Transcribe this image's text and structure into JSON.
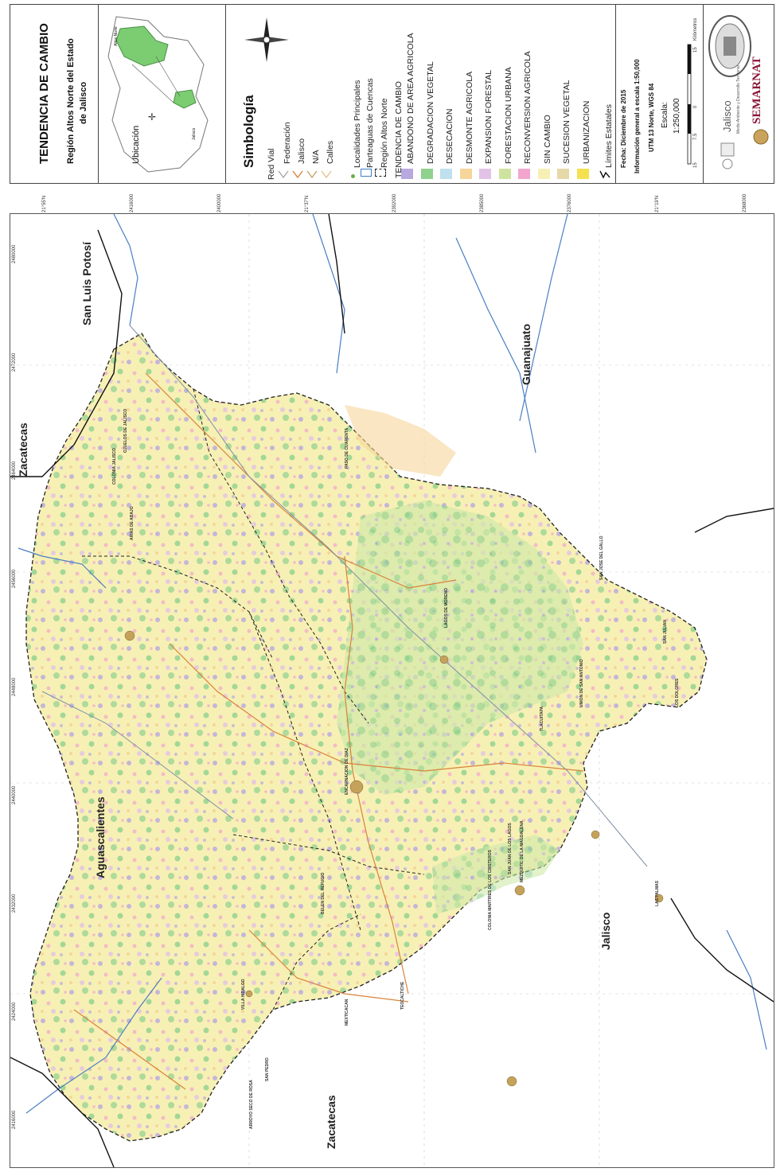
{
  "title": {
    "main": "TENDENCIA DE CAMBIO",
    "subtitle_line1": "Región Altos Norte del Estado",
    "subtitle_line2": "de Jalisco"
  },
  "inset": {
    "label": "Ubicación",
    "region_label": "Altos Norte",
    "state_label": "Jalisco"
  },
  "legend": {
    "heading": "Simbología",
    "road_group": "Red Vial",
    "roads": [
      {
        "label": "Federación",
        "color": "#a8a8a8"
      },
      {
        "label": "Jalisco",
        "color": "#d9823b"
      },
      {
        "label": "N/A",
        "color": "#c7a06a"
      },
      {
        "label": "Calles",
        "color": "#e2c48a"
      }
    ],
    "localities": "Localidades Principales",
    "watershed": "Parteaguas de Cuencas",
    "region": "Región Altos Norte",
    "change_group": "TENDENCIA DE CAMBIO",
    "classes": [
      {
        "label": "ABANDONO DE AREA AGRICOLA",
        "color": "#b8a8e0"
      },
      {
        "label": "DEGRADACION VEGETAL",
        "color": "#8fd18f"
      },
      {
        "label": "DESECACION",
        "color": "#bfe0ee"
      },
      {
        "label": "DESMONTE AGRICOLA",
        "color": "#f6d59a"
      },
      {
        "label": "EXPANSION FORESTAL",
        "color": "#e2c2e6"
      },
      {
        "label": "FORESTACION URBANA",
        "color": "#cfe3a0"
      },
      {
        "label": "RECONVERSION AGRICOLA",
        "color": "#f2a6cf"
      },
      {
        "label": "SIN CAMBIO",
        "color": "#f7f0b4"
      },
      {
        "label": "SUCESION VEGETAL",
        "color": "#e6d9a8"
      },
      {
        "label": "URBANIZACION",
        "color": "#f5e050"
      }
    ],
    "state_limits": "Límites Estatales"
  },
  "metadata": {
    "date": "Fecha: Diciembre de 2015",
    "info": "Información general a escala 1:50,000",
    "projection": "UTM 13 Norte, WGS 84",
    "scale_label": "Escala:",
    "scale_value": "1:250,000",
    "scale_ticks": [
      "15",
      "7.5",
      "0",
      "15"
    ],
    "scale_unit": "Kilómetros"
  },
  "logos": {
    "jalisco": "Jalisco",
    "jalisco_sub": "Medio Ambiente y Desarrollo Territorial",
    "semarnat": "SEMARNAT"
  },
  "map": {
    "states": {
      "zacatecas_top": "Zacatecas",
      "san_luis_potosi": "San Luis Potosí",
      "guanajuato": "Guanajuato",
      "aguascalientes": "Aguascalientes",
      "jalisco": "Jalisco",
      "zacatecas_bottom": "Zacatecas"
    },
    "localities": [
      "OJUELOS DE JALISCO",
      "COLONIA JALISCO",
      "ARIAS DE ABAJO",
      "PASO DE CUARENTA",
      "LAGOS DE MORENO",
      "SAN JOSE DEL GALLO",
      "UNION DE SAN ANTONIO",
      "TLACUITAPA",
      "SAN JUAN DE LOS LAGOS",
      "SAN JULIAN",
      "LOS DOLORES",
      "ENCARNACION DE DIAZ",
      "BELEN DEL REFUGIO",
      "COLONIA MARTIRES DE LOS CRISTEROS",
      "MEZQUITIC DE LA MAGDALENA",
      "TEOCALTICHE",
      "VILLA HIDALGO",
      "MEXTICACAN",
      "ARROYO SECO DE ROSA",
      "SAN PEDRO",
      "LAS PALMAS"
    ],
    "tick_labels_top": [
      "2416000",
      "2424000",
      "2432000",
      "2440000",
      "2448000",
      "2456000",
      "2464000",
      "2472000",
      "2480000"
    ],
    "tick_labels_right": [
      "21°55'N",
      "2416000",
      "2400000",
      "21°37'N",
      "2392000",
      "2385000",
      "2376000",
      "21°19'N",
      "2368000"
    ]
  }
}
